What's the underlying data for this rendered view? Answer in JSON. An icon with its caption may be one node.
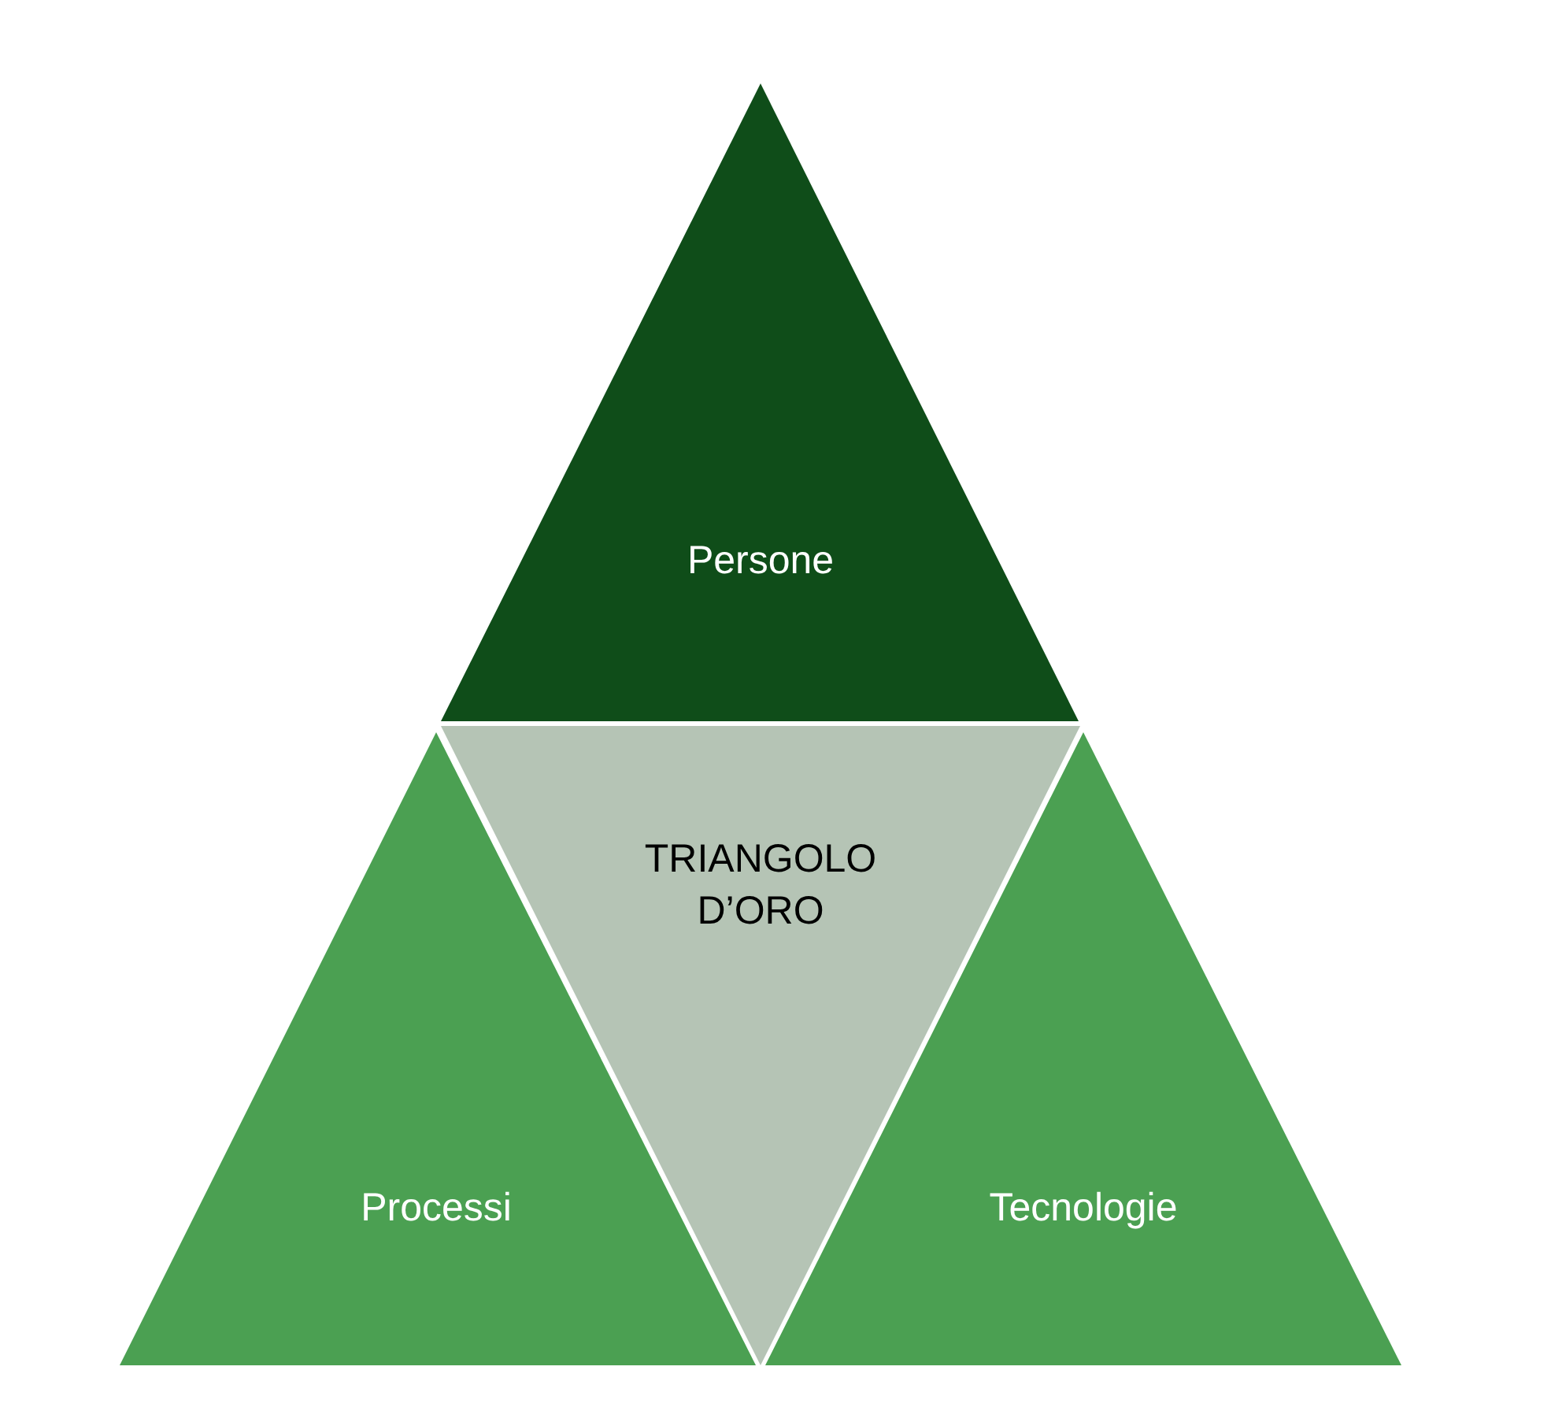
{
  "diagram": {
    "nodes": [
      {
        "text": [
          "Persone"
        ]
      },
      {
        "text": [
          "TRIANGOLO D’ORO"
        ]
      },
      {
        "text": [
          "Processi"
        ]
      },
      {
        "text": [
          "Tecnologie"
        ]
      }
    ]
  }
}
